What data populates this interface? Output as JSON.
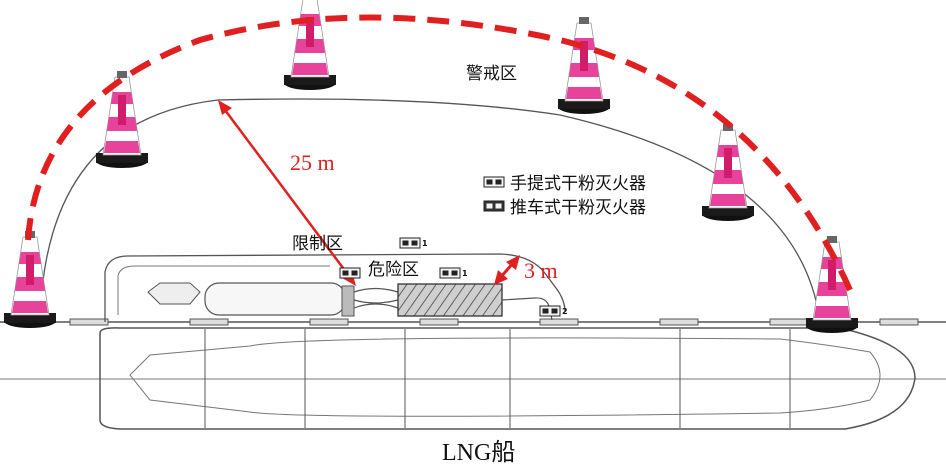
{
  "zones": {
    "warning": "警戒区",
    "restricted": "限制区",
    "danger": "危险区"
  },
  "distances": {
    "warning": "25 m",
    "danger": "3 m"
  },
  "legend": [
    {
      "label": "手提式干粉灭火器",
      "icon": "portable-extinguisher-icon"
    },
    {
      "label": "推车式干粉灭火器",
      "icon": "cart-extinguisher-icon"
    }
  ],
  "extinguisher_tags": [
    "1",
    "1",
    "2"
  ],
  "vessel": {
    "label": "LNG船"
  },
  "colors": {
    "warning_boundary": "#e02020",
    "distance": "#e02020",
    "cone_stripe": "#e8439a",
    "line": "#555555"
  }
}
